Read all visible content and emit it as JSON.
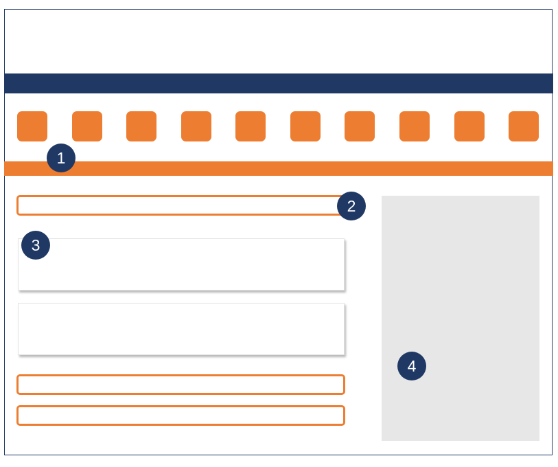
{
  "colors": {
    "navy": "#1f3864",
    "orange": "#ed7d31",
    "panel_gray": "#e7e7e7",
    "white": "#ffffff"
  },
  "layout_diagram": {
    "tile_count": 10,
    "badges": [
      {
        "label": "1",
        "refers_to": "tile-row-and-accent-bar"
      },
      {
        "label": "2",
        "refers_to": "top-outlined-field"
      },
      {
        "label": "3",
        "refers_to": "content-cards"
      },
      {
        "label": "4",
        "refers_to": "side-panel"
      }
    ]
  }
}
